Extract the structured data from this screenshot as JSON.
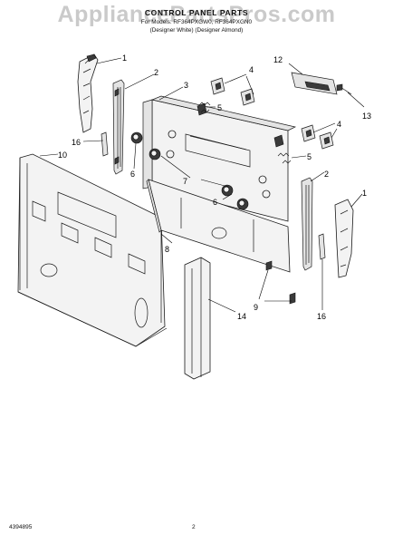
{
  "header": {
    "title": "CONTROL PANEL PARTS",
    "subtitle_line1": "For Models: RF364PXGW0, RF364PXGN0",
    "subtitle_line2": "(Designer White) (Designer Almond)"
  },
  "watermark": "AppliancePartsPros.com",
  "callouts": [
    "1",
    "2",
    "3",
    "4",
    "5",
    "12",
    "13",
    "16",
    "10",
    "6",
    "7",
    "4",
    "5",
    "6",
    "2",
    "1",
    "8",
    "9",
    "14",
    "16"
  ],
  "footer": {
    "doc_number": "4394895",
    "page_number": "2"
  }
}
